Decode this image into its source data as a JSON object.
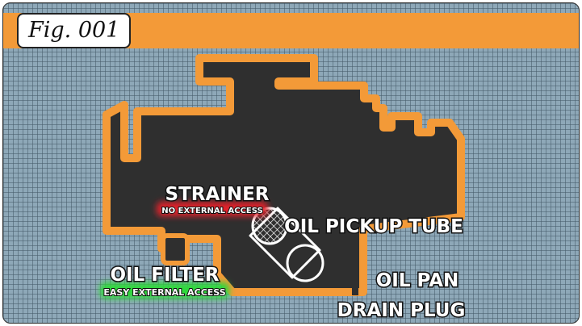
{
  "figure_label": "Fig. 001",
  "colors": {
    "accent_orange": "#f39a38",
    "engine_fill": "#2f2f2f",
    "grid_background": "#8ea8b8",
    "warning_glow": "#e0202a",
    "ok_glow": "#2fd83a"
  },
  "labels": {
    "strainer": "STRAINER",
    "strainer_note": "NO EXTERNAL ACCESS",
    "oil_pickup_tube": "OIL PICKUP TUBE",
    "oil_filter": "OIL FILTER",
    "oil_filter_note": "EASY EXTERNAL ACCESS",
    "oil_pan": "OIL PAN",
    "drain_plug": "DRAIN PLUG"
  }
}
